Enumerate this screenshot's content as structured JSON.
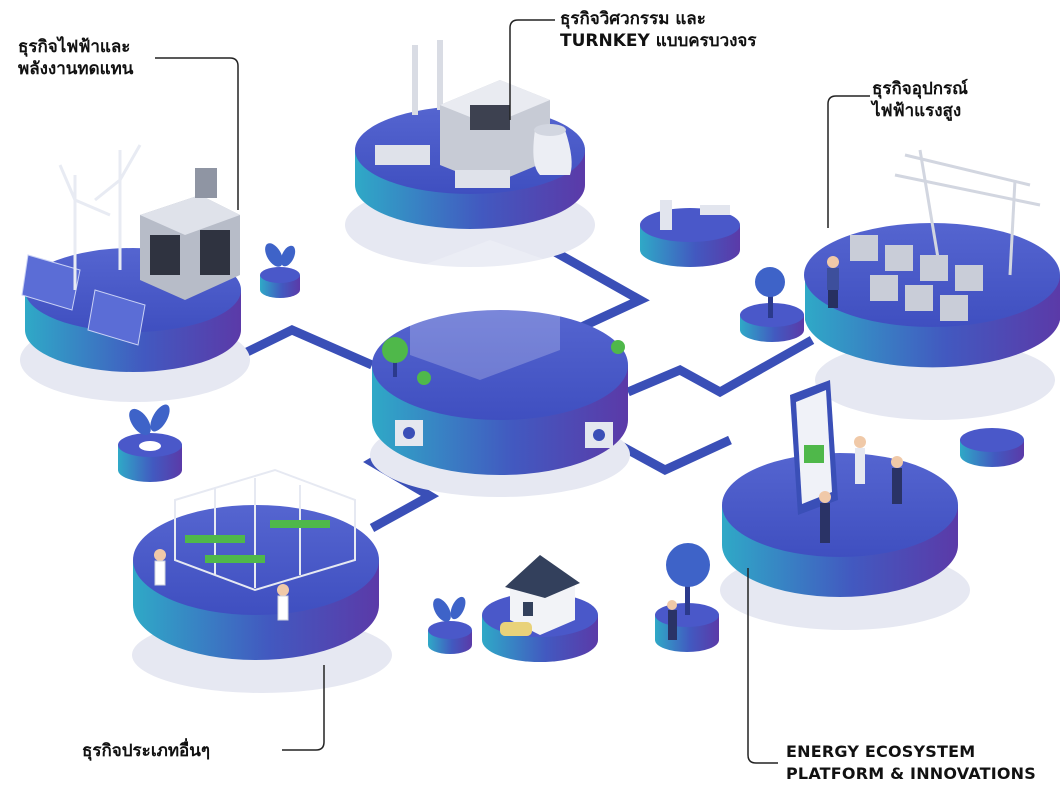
{
  "labels": {
    "renewable": [
      "ธุรกิจไฟฟ้าและ",
      "พลังงานทดแทน"
    ],
    "engineering": [
      "ธุรกิจวิศวกรรม และ",
      "TURNKEY แบบครบวงจร"
    ],
    "hv_equipment": [
      "ธุรกิจอุปกรณ์",
      "ไฟฟ้าแรงสูง"
    ],
    "other": [
      "ธุรกิจประเภทอื่นๆ"
    ],
    "energy_platform": [
      "ENERGY ECOSYSTEM",
      "PLATFORM & INNOVATIONS"
    ]
  },
  "colors": {
    "platform_top": "#4a58c9",
    "platform_side_a": "#2fa9c7",
    "platform_side_b": "#5b3aa8",
    "connector": "#3a4fb7",
    "shadow": "#e6e8f2",
    "leaf": "#4fb84a",
    "leaf_blue": "#3e63c8",
    "leader_line": "#222222"
  },
  "icons": [
    "wind-turbine-icon",
    "solar-panel-icon",
    "power-plant-icon",
    "transmission-tower-icon",
    "greenhouse-icon",
    "house-icon",
    "smartphone-icon",
    "tree-icon",
    "sprout-icon"
  ]
}
